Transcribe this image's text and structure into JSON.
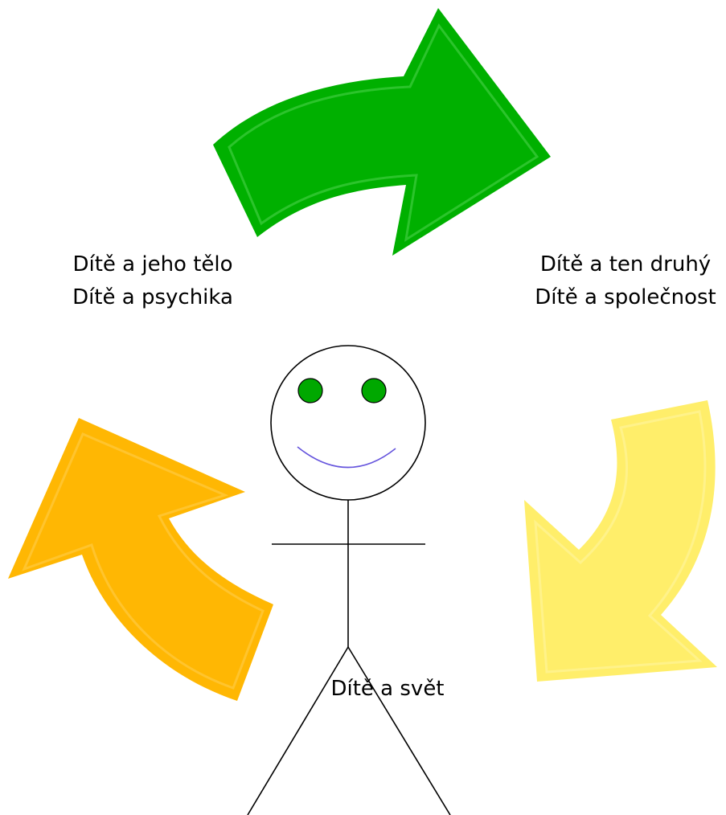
{
  "labels": {
    "top_left_line1": "Dítě a jeho tělo",
    "top_left_line2": "Dítě a psychika",
    "top_right_line1": "Dítě a ten druhý",
    "top_right_line2": "Dítě a společnost",
    "bottom_center": "Dítě a svět"
  },
  "colors": {
    "green_arrow": "#00b000",
    "green_arrow_inner": "#2cc42c",
    "yellow_arrow": "#ffee6a",
    "yellow_arrow_inner": "#fff28a",
    "orange_arrow": "#ffb703",
    "orange_arrow_inner": "#ffc42e",
    "eye": "#00a800",
    "smile": "#6655dd",
    "stroke": "#000000"
  },
  "icons": {
    "top_arrow": "curved-arrow-right",
    "right_arrow": "curved-arrow-down-left",
    "left_arrow": "curved-arrow-up-left",
    "figure": "stick-figure"
  }
}
